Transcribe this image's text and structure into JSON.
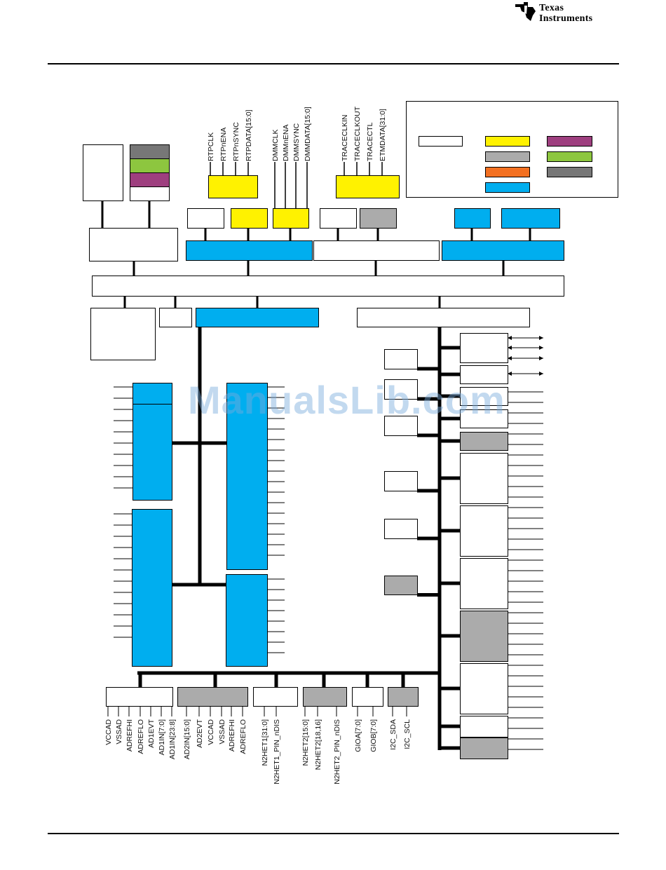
{
  "header": {
    "logo_line1": "Texas",
    "logo_line2": "Instruments"
  },
  "watermark": "ManualsLib.com",
  "colors": {
    "blue": "#00AEEF",
    "yellow": "#FFF200",
    "gray": "#ABABAB",
    "dark_gray": "#777777",
    "green": "#8DC63F",
    "purple": "#9E3F7F",
    "orange": "#F37021",
    "line": "#000000"
  },
  "signals": {
    "rtp": [
      "RTPCLK",
      "RTPnENA",
      "RTPnSYNC",
      "RTPDATA[15:0]"
    ],
    "dmm": [
      "DMMCLK",
      "DMMnENA",
      "DMMSYNC",
      "DMMDATA[15:0]"
    ],
    "trace": [
      "TRACECLKIN",
      "TRACECLKOUT",
      "TRACECTL",
      "ETMDATA[31:0]"
    ],
    "adc1": [
      "VCCAD",
      "VSSAD",
      "ADREFHI",
      "ADREFLO",
      "AD1EVT",
      "AD1IN[7:0]",
      "AD1IN[23:8]"
    ],
    "adc2": [
      "AD2IN[15:0]",
      "AD2EVT",
      "VCCAD",
      "VSSAD",
      "ADREFHI",
      "ADREFLO"
    ],
    "het1": [
      "N2HET1[31:0]",
      "N2HET1_PIN_nDIS"
    ],
    "het2": [
      "N2HET2[15:0]",
      "N2HET2[18,16]",
      "N2HET2_PIN_nDIS"
    ],
    "gio": [
      "GIOA[7:0]",
      "GIOB[7:0]"
    ],
    "i2c": [
      "I2C_SDA",
      "I2C_SCL"
    ]
  }
}
